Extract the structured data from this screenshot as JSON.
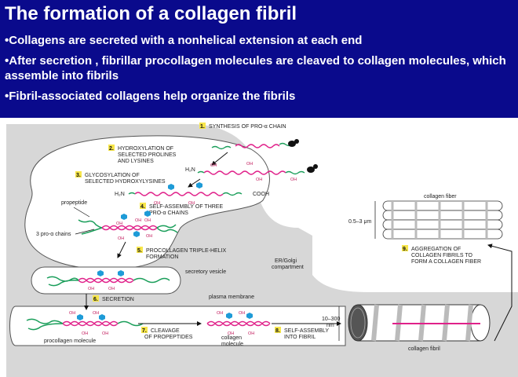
{
  "header": {
    "title": "The formation of a collagen fibril",
    "bullets": [
      "•Collagens are secreted with a nonhelical extension at each end",
      "•After secretion , fibrillar procollagen molecules are cleaved to collagen molecules, which assemble into fibrils",
      "•Fibril-associated collagens help organize the fibrils"
    ]
  },
  "diagram": {
    "steps": {
      "s1": {
        "num": "1.",
        "label": "SYNTHESIS OF PRO-α CHAIN"
      },
      "s2": {
        "num": "2.",
        "label1": "HYDROXYLATION OF",
        "label2": "SELECTED PROLINES",
        "label3": "AND LYSINES"
      },
      "s3": {
        "num": "3.",
        "label1": "GLYCOSYLATION OF",
        "label2": "SELECTED HYDROXYLYSINES"
      },
      "s4": {
        "num": "4.",
        "label1": "SELF-ASSEMBLY OF THREE",
        "label2": "PRO-α CHAINS"
      },
      "s5": {
        "num": "5.",
        "label1": "PROCOLLAGEN TRIPLE-HELIX",
        "label2": "FORMATION"
      },
      "s6": {
        "num": "6.",
        "label": "SECRETION"
      },
      "s7": {
        "num": "7.",
        "label1": "CLEAVAGE",
        "label2": "OF PROPEPTIDES"
      },
      "s8": {
        "num": "8.",
        "label1": "SELF-ASSEMBLY",
        "label2": "INTO FIBRIL"
      },
      "s9": {
        "num": "9.",
        "label1": "AGGREGATION OF",
        "label2": "COLLAGEN FIBRILS TO",
        "label3": "FORM A COLLAGEN FIBER"
      }
    },
    "labels": {
      "h2n_1": "H₂N",
      "h2n_2": "H₂N",
      "cooh": "COOH",
      "oh": "OH",
      "propeptide": "propeptide",
      "pro_chains": "3 pro-α chains",
      "er_golgi_1": "ER/Golgi",
      "er_golgi_2": "compartment",
      "vesicle": "secretory vesicle",
      "membrane": "plasma membrane",
      "procollagen": "procollagen molecule",
      "collagen_1": "collagen",
      "collagen_2": "molecule",
      "fiber": "collagen fiber",
      "fibril": "collagen fibril",
      "width_fiber": "0.5–3 μm",
      "width_fibril_1": "10–300",
      "width_fibril_2": "nm"
    },
    "colors": {
      "header_bg": "#0a0a8c",
      "cell": "#d7d7d7",
      "chain": "#e0218a",
      "propeptide": "#1a9e5a",
      "sugar": "#1e9bd7",
      "badge": "#f7e64a"
    }
  }
}
